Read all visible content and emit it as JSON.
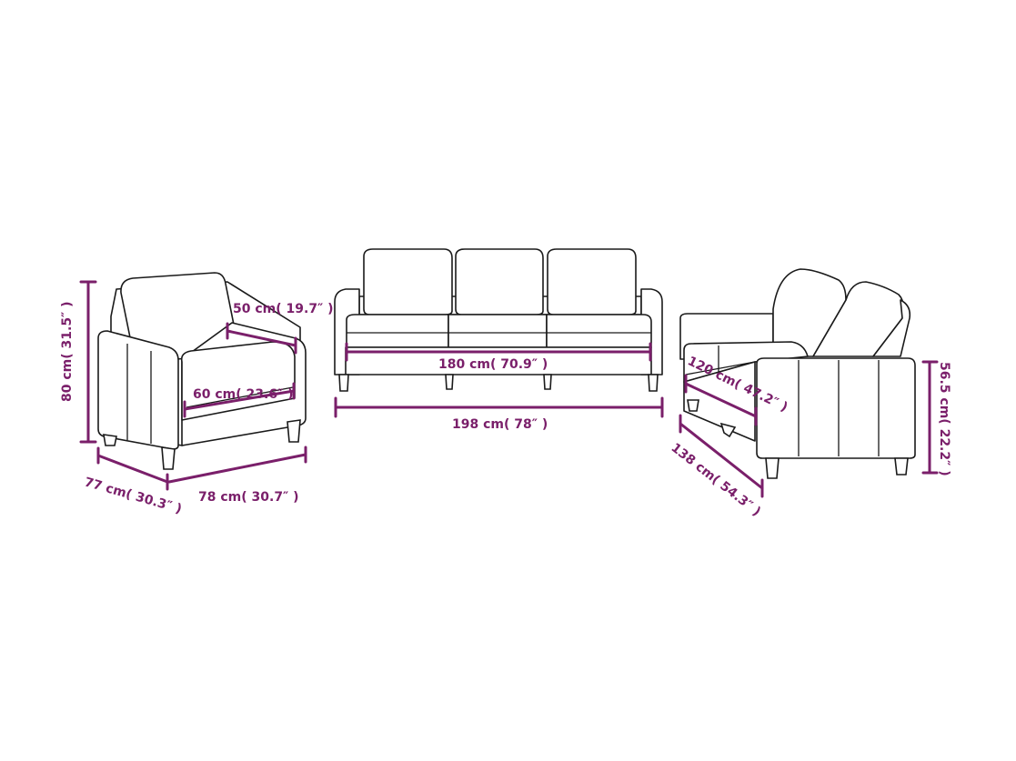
{
  "colors": {
    "dimension": "#7a1f6a",
    "outline": "#1a1a1a",
    "background": "#ffffff"
  },
  "armchair": {
    "height": "80 cm( 31.5″ )",
    "backrest_depth": "50 cm( 19.7″ )",
    "seat_width": "60 cm( 23.6″ )",
    "depth": "77 cm( 30.3″ )",
    "width": "78 cm( 30.7″ )"
  },
  "three_seater": {
    "seat_width": "180 cm( 70.9″ )",
    "width": "198 cm( 78″ )"
  },
  "loveseat": {
    "seat_width": "120 cm( 47.2″ )",
    "width": "138 cm( 54.3″ )",
    "seat_height": "56.5 cm( 22.2″ )"
  }
}
